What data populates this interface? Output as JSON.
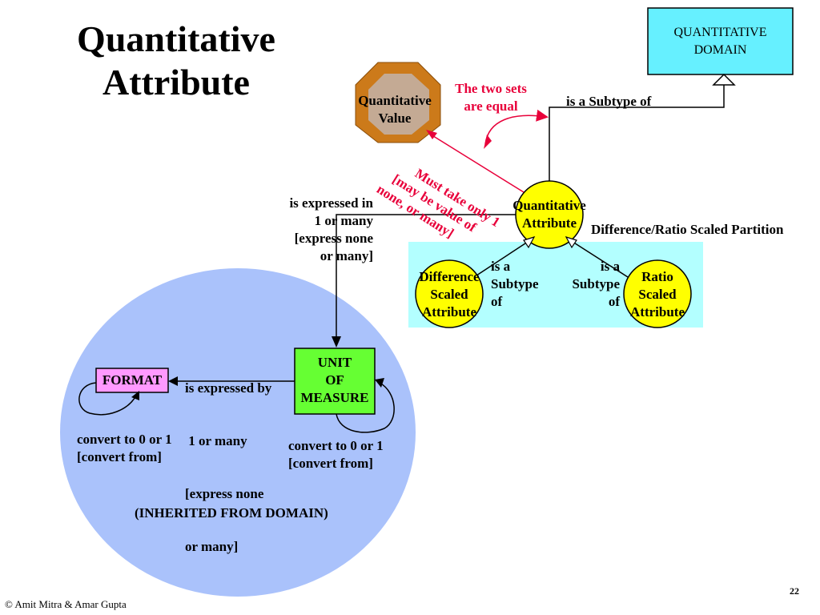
{
  "slide": {
    "title_line1": "Quantitative",
    "title_line2": "Attribute",
    "footer": "© Amit Mitra & Amar Gupta",
    "page_number": "22"
  },
  "entities": {
    "quantitative_domain": "QUANTITATIVE DOMAIN",
    "quantitative_value_line1": "Quantitative",
    "quantitative_value_line2": "Value",
    "quantitative_attribute_line1": "Quantitative",
    "quantitative_attribute_line2": "Attribute",
    "difference_scaled": [
      "Difference",
      "Scaled",
      "Attribute"
    ],
    "ratio_scaled": [
      "Ratio",
      "Scaled",
      "Attribute"
    ],
    "unit_of_measure": [
      "UNIT",
      "OF",
      "MEASURE"
    ],
    "format": "FORMAT"
  },
  "relations": {
    "two_sets_equal": [
      "The two sets",
      "are equal"
    ],
    "subtype_of_domain": "is a Subtype of",
    "must_take_only": [
      "Must take only 1",
      "[may be value of",
      "none, or many]"
    ],
    "expressed_in": [
      "is expressed in",
      "1 or many",
      "[express none",
      "or many]"
    ],
    "partition": "Difference/Ratio Scaled Partition",
    "subtype_left": [
      "is a",
      "Subtype",
      "of"
    ],
    "subtype_right": [
      "is a",
      "Subtype",
      "of"
    ],
    "expressed_by": [
      "is expressed by",
      " 1 or many",
      "[express none",
      "or many]"
    ],
    "format_convert": [
      "convert to 0 or 1",
      "[convert from]"
    ],
    "uom_convert": [
      "convert to 0 or 1",
      "[convert from]"
    ],
    "inherited": "(INHERITED FROM DOMAIN)"
  },
  "colors": {
    "domain_box": "#66f0ff",
    "partition_band": "#b3ffff",
    "inherited_circle": "#aac2fb",
    "attribute_circle": "#ffff00",
    "uom_box": "#66ff33",
    "format_box": "#ff99ff",
    "octagon": "#cc7a1a",
    "octagon_inner": "#c4aa94",
    "red_text": "#e8003a"
  }
}
